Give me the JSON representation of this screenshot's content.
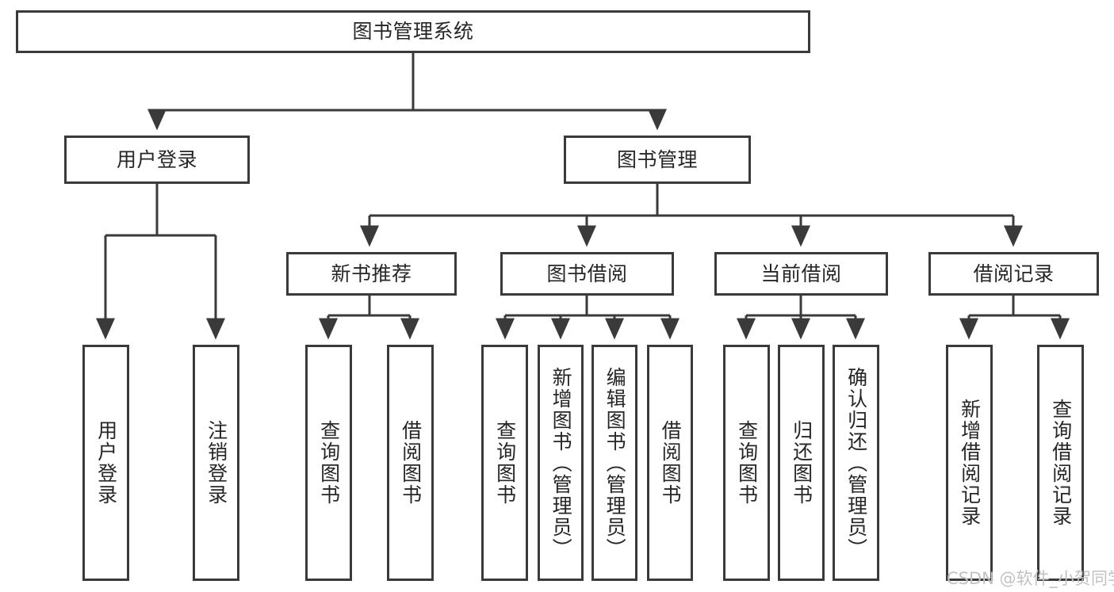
{
  "diagram": {
    "title": "图书管理系统",
    "type": "tree-hierarchy-chart",
    "root": {
      "label": "图书管理系统"
    },
    "level2": [
      {
        "label": "用户登录"
      },
      {
        "label": "图书管理"
      }
    ],
    "level3": [
      {
        "label": "新书推荐"
      },
      {
        "label": "图书借阅"
      },
      {
        "label": "当前借阅"
      },
      {
        "label": "借阅记录"
      }
    ],
    "leaves": {
      "user_login": [
        {
          "label": "用户登录"
        },
        {
          "label": "注销登录"
        }
      ],
      "new_book_recommend": [
        {
          "label": "查询图书"
        },
        {
          "label": "借阅图书"
        }
      ],
      "book_borrow": [
        {
          "label": "查询图书"
        },
        {
          "label": "新增图书（管理员）"
        },
        {
          "label": "编辑图书（管理员）"
        },
        {
          "label": "借阅图书"
        }
      ],
      "current_borrow": [
        {
          "label": "查询图书"
        },
        {
          "label": "归还图书"
        },
        {
          "label": "确认归还（管理员）"
        }
      ],
      "borrow_record": [
        {
          "label": "新增借阅记录"
        },
        {
          "label": "查询借阅记录"
        }
      ]
    }
  },
  "watermark": {
    "text": "CSDN @软件_小贺同学"
  },
  "colors": {
    "stroke": "#3a3a3a",
    "text": "#262626",
    "background": "#ffffff",
    "watermark": "#c2c2c2"
  }
}
